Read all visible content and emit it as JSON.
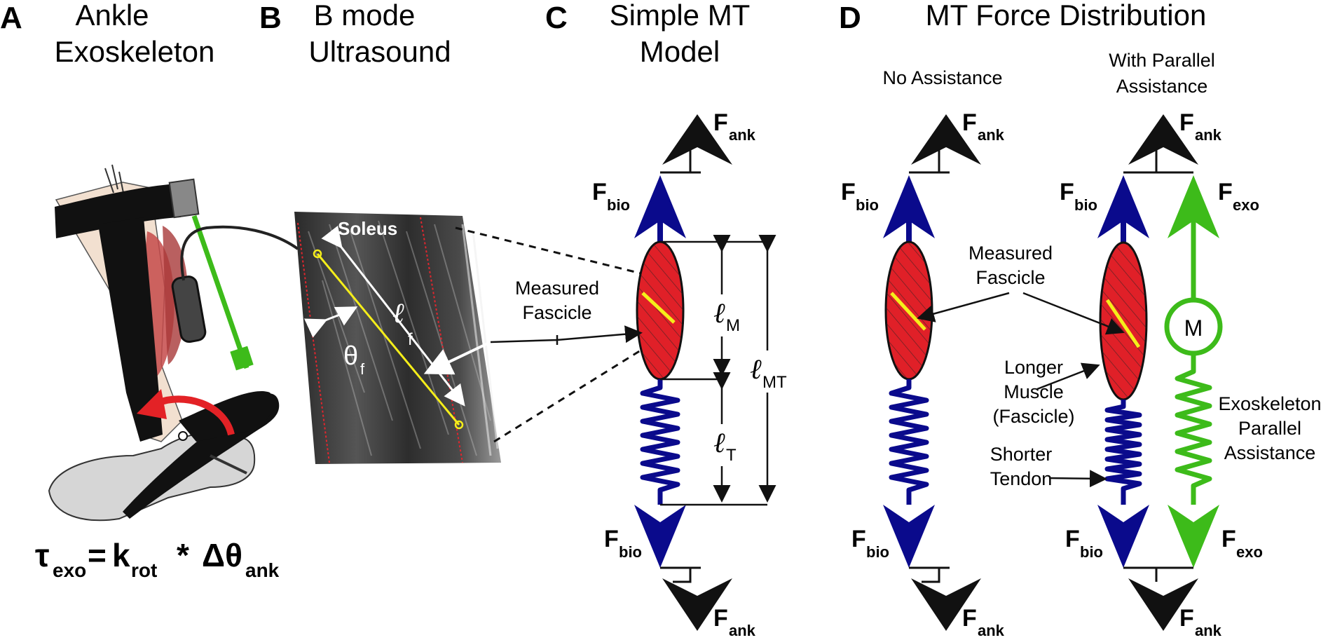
{
  "panels": {
    "a": {
      "letter": "A",
      "title_line1": "Ankle",
      "title_line2": "Exoskeleton"
    },
    "b": {
      "letter": "B",
      "title_line1": "B mode",
      "title_line2": "Ultrasound"
    },
    "c": {
      "letter": "C",
      "title_line1": "Simple MT",
      "title_line2": "Model"
    },
    "d": {
      "letter": "D",
      "title": "MT Force Distribution"
    }
  },
  "equation": {
    "tau": "τ",
    "tau_sub": "exo",
    "equals": "=",
    "k": "k",
    "k_sub": "rot",
    "times": "*",
    "delta_theta": "Δθ",
    "delta_sub": "ank"
  },
  "ultrasound": {
    "muscle": "Soleus",
    "fascicle_length": "ℓ",
    "fascicle_length_sub": "f",
    "pennation_angle": "θ",
    "pennation_angle_sub": "f"
  },
  "model": {
    "measured_fascicle_line1": "Measured",
    "measured_fascicle_line2": "Fascicle",
    "force_symbol": "F",
    "ank_sub": "ank",
    "bio_sub": "bio",
    "exo_sub": "exo",
    "len_symbol": "ℓ",
    "lM_sub": "M",
    "lT_sub": "T",
    "lMT_sub": "MT"
  },
  "distribution": {
    "no_assistance": "No Assistance",
    "with_parallel_line1": "With Parallel",
    "with_parallel_line2": "Assistance",
    "measured_line1": "Measured",
    "measured_line2": "Fascicle",
    "longer_line1": "Longer",
    "longer_line2": "Muscle",
    "longer_line3": "(Fascicle)",
    "shorter_line1": "Shorter",
    "shorter_line2": "Tendon",
    "motor_label": "M",
    "exo_line1": "Exoskeleton",
    "exo_line2": "Parallel",
    "exo_line3": "Assistance"
  },
  "colors": {
    "muscle_red": "#e02028",
    "tendon_blue": "#0a0a8c",
    "exo_green": "#3dbb1a",
    "fascicle_yellow": "#f5ee1a",
    "foot_gray": "#d4d4d4"
  }
}
